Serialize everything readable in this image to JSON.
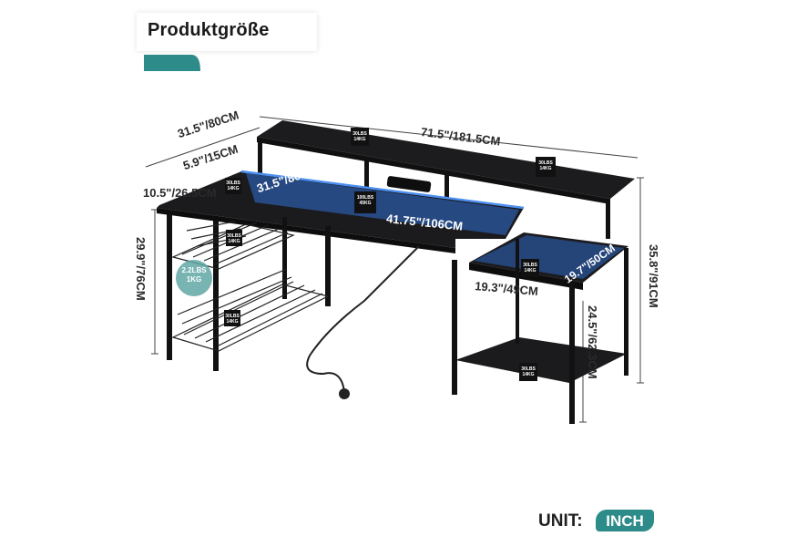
{
  "title": "Produktgröße",
  "colors": {
    "accent_teal": "#2d8c8a",
    "weight_circle": "#5fa7a5",
    "led_blue": "#2f6fd6",
    "desk_black": "#1c1c1e"
  },
  "dimensions": {
    "hutch_depth": "31.5\"/80CM",
    "hutch_width": "71.5\"/181.5CM",
    "monitor_shelf_depth": "5.9\"/15CM",
    "side_depth": "10.5\"/26.5CM",
    "desk_return_length": "31.5\"/80CM",
    "desk_main_length": "41.75\"/106CM",
    "desk_height": "29.9\"/76CM",
    "overall_height": "35.8\"/91CM",
    "side_shelf_width": "19.3\"/49CM",
    "side_shelf_depth": "19.7\"/50CM",
    "side_shelf_height": "24.5\"/62.3CM"
  },
  "weight_tags": [
    {
      "id": "top-left",
      "text": "30LBS\n14KG"
    },
    {
      "id": "top-right",
      "text": "30LBS\n14KG"
    },
    {
      "id": "upper-shelf",
      "text": "30LBS\n14KG"
    },
    {
      "id": "desktop",
      "text": "100LBS\n45KG"
    },
    {
      "id": "mesh-top",
      "text": "30LBS\n14KG"
    },
    {
      "id": "mesh-bottom",
      "text": "30LBS\n14KG"
    },
    {
      "id": "side-shelf",
      "text": "30LBS\n14KG"
    },
    {
      "id": "bottom-shelf",
      "text": "30LBS\n14KG"
    }
  ],
  "hook_weight": "2.2LBS\n1KG",
  "unit": {
    "label": "UNIT:",
    "value": "INCH"
  }
}
